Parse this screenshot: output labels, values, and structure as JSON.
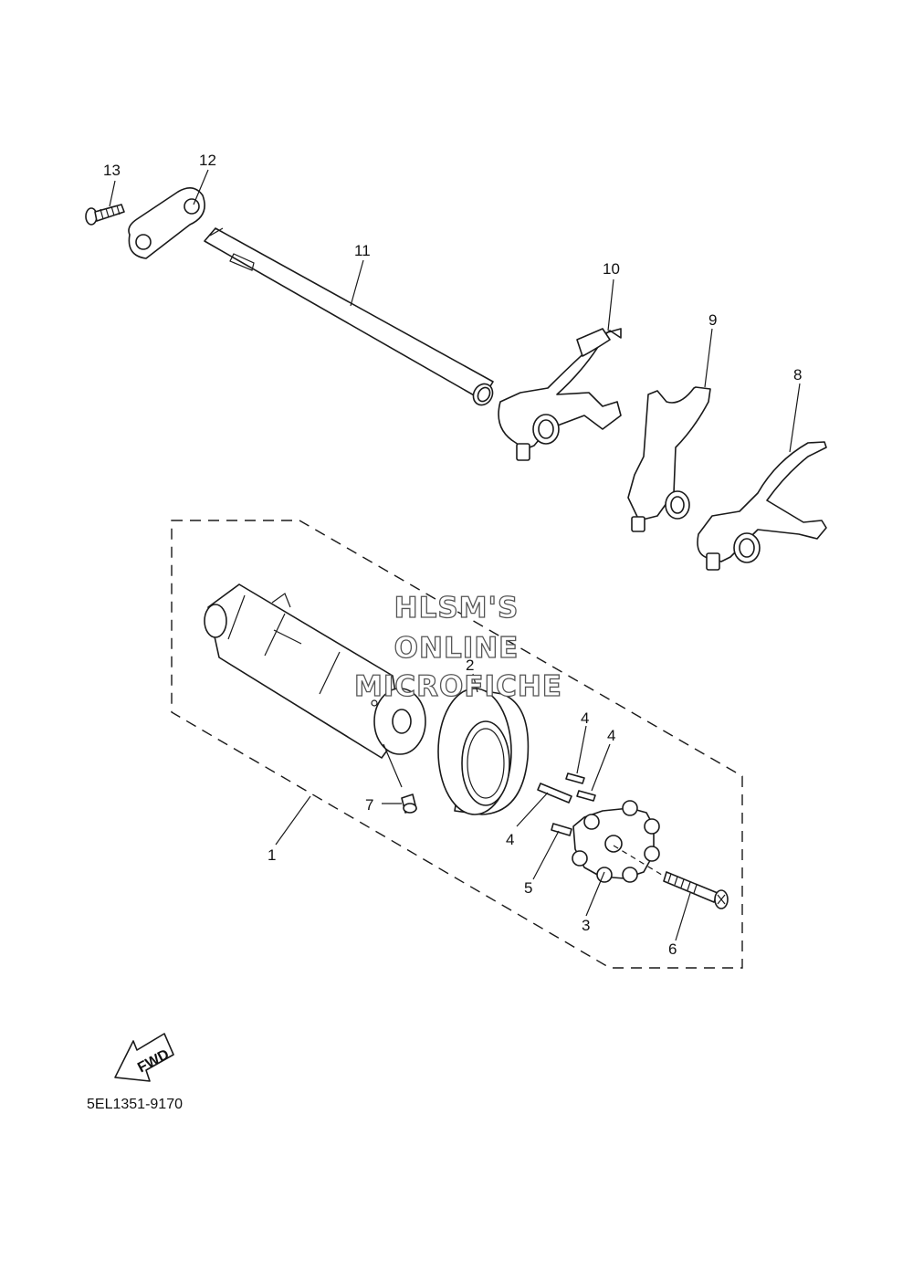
{
  "callouts": [
    {
      "id": "13",
      "label": "13"
    },
    {
      "id": "12",
      "label": "12"
    },
    {
      "id": "11",
      "label": "11"
    },
    {
      "id": "10",
      "label": "10"
    },
    {
      "id": "9",
      "label": "9"
    },
    {
      "id": "8",
      "label": "8"
    },
    {
      "id": "2",
      "label": "2"
    },
    {
      "id": "4a",
      "label": "4"
    },
    {
      "id": "4b",
      "label": "4"
    },
    {
      "id": "4c",
      "label": "4"
    },
    {
      "id": "5",
      "label": "5"
    },
    {
      "id": "7",
      "label": "7"
    },
    {
      "id": "1",
      "label": "1"
    },
    {
      "id": "3",
      "label": "3"
    },
    {
      "id": "6",
      "label": "6"
    }
  ],
  "watermark": {
    "line1": "HLSM'S",
    "line2": "ONLINE",
    "line3": "MICROFICHE"
  },
  "direction_badge": "FWD",
  "diagram_code": "5EL1351-9170"
}
